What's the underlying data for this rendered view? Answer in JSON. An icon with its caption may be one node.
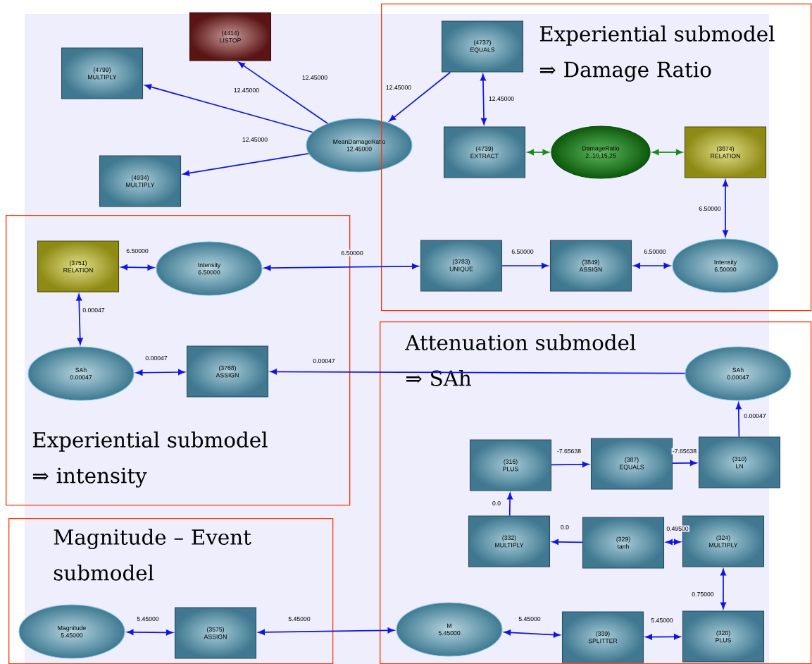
{
  "diagram": {
    "nodes": [
      {
        "text": [
          "(4414) LISTOP"
        ]
      },
      {
        "text": [
          "(4799) MULTIPLY"
        ]
      },
      {
        "text": [
          "MeanDamageRatio 12.45000"
        ]
      },
      {
        "text": [
          "(4934) MULTIPLY"
        ]
      },
      {
        "text": [
          "Experiential submodel ⇒ Damage Ratio"
        ]
      },
      {
        "text": [
          "(4737) EQUALS"
        ],
        "in": 4
      },
      {
        "text": [
          "(4739) EXTRACT"
        ],
        "in": 4
      },
      {
        "text": [
          "DamageRatio 2..10,15,25"
        ],
        "in": 4
      },
      {
        "text": [
          "(3874) RELATION"
        ],
        "in": 4
      },
      {
        "text": [
          "(3783) UNIQUE"
        ],
        "in": 4
      },
      {
        "text": [
          "(3849) ASSIGN"
        ],
        "in": 4
      },
      {
        "text": [
          "Intensity 6.50000"
        ],
        "in": 4
      },
      {
        "text": [
          "Experiential submodel ⇒ intensity"
        ]
      },
      {
        "text": [
          "(3751) RELATION"
        ],
        "in": 12
      },
      {
        "text": [
          "Intensity 6.50000"
        ],
        "in": 12
      },
      {
        "text": [
          "SAh 0.00047"
        ],
        "in": 12
      },
      {
        "text": [
          "(3768) ASSIGN"
        ],
        "in": 12
      },
      {
        "text": [
          "Attenuation submodel ⇒ SAh"
        ]
      },
      {
        "text": [
          "SAh 0.00047"
        ],
        "in": 17
      },
      {
        "text": [
          "(316) PLUS"
        ],
        "in": 17
      },
      {
        "text": [
          "(387) EQUALS"
        ],
        "in": 17
      },
      {
        "text": [
          "(310) LN"
        ],
        "in": 17
      },
      {
        "text": [
          "(332) MULTIPLY"
        ],
        "in": 17
      },
      {
        "text": [
          "(329) tanh"
        ],
        "in": 17
      },
      {
        "text": [
          "(324) MULTIPLY"
        ],
        "in": 17
      },
      {
        "text": [
          "(320) PLUS"
        ],
        "in": 17
      },
      {
        "text": [
          "(339) SPLITTER"
        ],
        "in": 17
      },
      {
        "text": [
          "M 5.45000"
        ],
        "in": 17
      },
      {
        "text": [
          "Magnitude – Event submodel"
        ]
      },
      {
        "text": [
          "Magnitude 5.45000"
        ],
        "in": 28
      },
      {
        "text": [
          "(3575) ASSIGN"
        ],
        "in": 28
      }
    ],
    "edges": [
      {
        "from": 2,
        "to": 1,
        "arrow": "to",
        "label": "12.45000"
      },
      {
        "from": 2,
        "to": 0,
        "arrow": "to",
        "label": "12.45000"
      },
      {
        "from": 2,
        "to": 3,
        "arrow": "to",
        "label": "12.45000"
      },
      {
        "from": 5,
        "to": 2,
        "arrow": "to",
        "label": "12.45000"
      },
      {
        "from": 6,
        "to": 5,
        "arrow": "both",
        "label": "12.45000"
      },
      {
        "from": 6,
        "to": 7,
        "arrow": "both",
        "color": "#1a8a1a"
      },
      {
        "from": 7,
        "to": 8,
        "arrow": "both",
        "color": "#1a8a1a"
      },
      {
        "from": 8,
        "to": 11,
        "arrow": "both",
        "label": "6.50000"
      },
      {
        "from": 9,
        "to": 10,
        "arrow": "to",
        "label": "6.50000"
      },
      {
        "from": 10,
        "to": 11,
        "arrow": "both",
        "label": "6.50000"
      },
      {
        "from": 14,
        "to": 9,
        "arrow": "both",
        "label": "6.50000"
      },
      {
        "from": 13,
        "to": 14,
        "arrow": "both",
        "label": "6.50000"
      },
      {
        "from": 13,
        "to": 15,
        "arrow": "both",
        "label": "0.00047"
      },
      {
        "from": 15,
        "to": 16,
        "arrow": "both",
        "label": "0.00047"
      },
      {
        "from": 18,
        "to": 16,
        "arrow": "to",
        "label": "0.00047"
      },
      {
        "from": 21,
        "to": 18,
        "arrow": "to",
        "label": "0.00047"
      },
      {
        "from": 19,
        "to": 20,
        "arrow": "to",
        "label": "-7.65638"
      },
      {
        "from": 20,
        "to": 21,
        "arrow": "to",
        "label": "-7.65638"
      },
      {
        "from": 22,
        "to": 19,
        "arrow": "to",
        "label": "0.0"
      },
      {
        "from": 23,
        "to": 22,
        "arrow": "to",
        "label": "0.0"
      },
      {
        "from": 23,
        "to": 24,
        "arrow": "both",
        "label": "0.49500"
      },
      {
        "from": 24,
        "to": 25,
        "arrow": "both",
        "label": "0.75000"
      },
      {
        "from": 26,
        "to": 25,
        "arrow": "both",
        "label": "5.45000"
      },
      {
        "from": 27,
        "to": 26,
        "arrow": "both",
        "label": "5.45000"
      },
      {
        "from": 30,
        "to": 27,
        "arrow": "both",
        "label": "5.45000"
      },
      {
        "from": 29,
        "to": 30,
        "arrow": "both",
        "label": "5.45000"
      }
    ]
  }
}
